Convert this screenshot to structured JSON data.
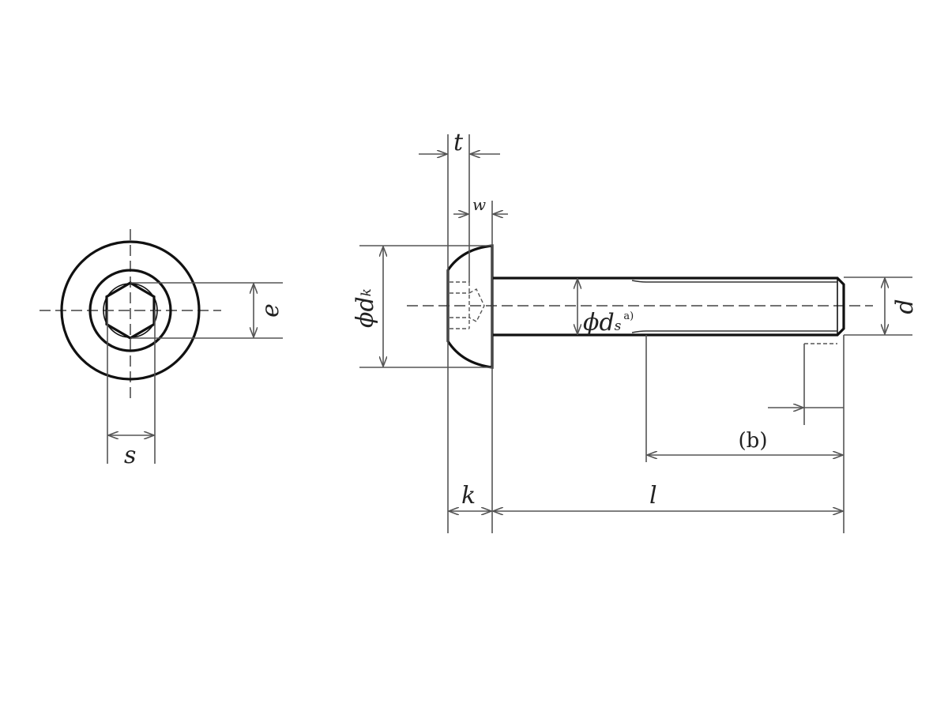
{
  "labels": {
    "t": "t",
    "w": "w",
    "dk_prefix": "ϕd",
    "dk_sub": "k",
    "ds_prefix": "ϕd",
    "ds_sub": "s",
    "ds_note": "a)",
    "d": "d",
    "e": "e",
    "s": "s",
    "b": "(b)",
    "k": "k",
    "l": "l"
  },
  "colors": {
    "outline": "#111111",
    "dimension": "#555555"
  }
}
